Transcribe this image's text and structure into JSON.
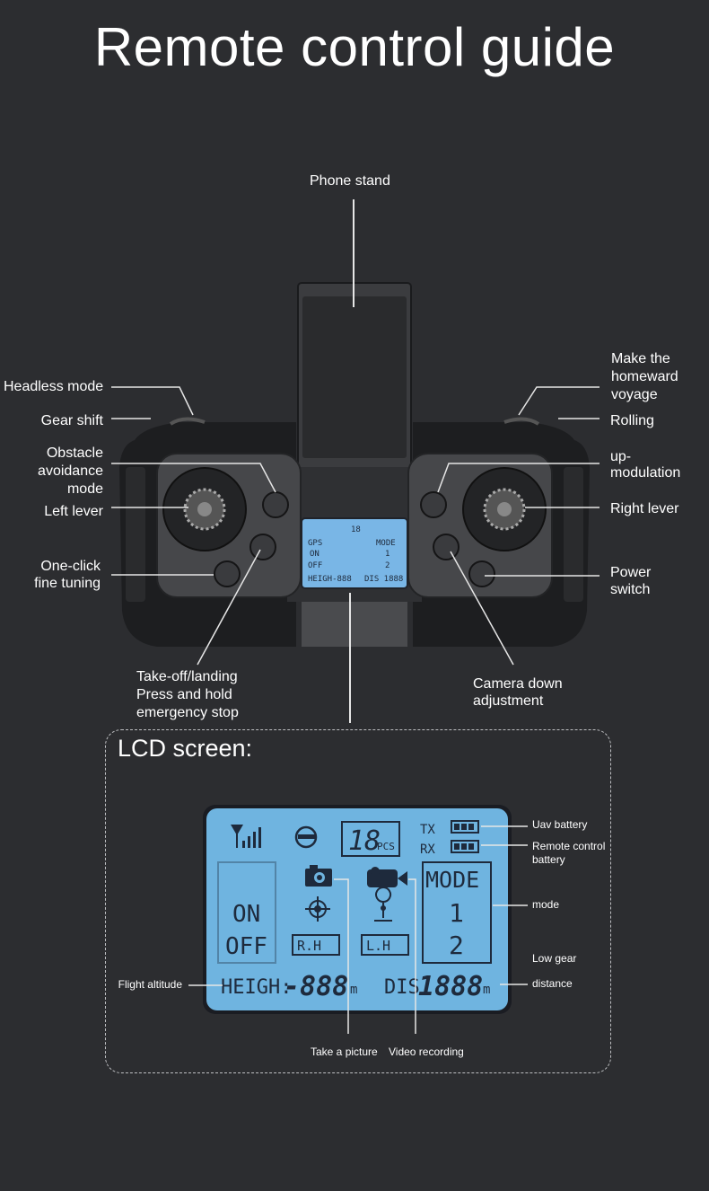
{
  "title": "Remote control guide",
  "labels": {
    "phone_stand": "Phone stand",
    "headless_mode": "Headless mode",
    "gear_shift": "Gear shift",
    "obstacle_1": "Obstacle",
    "obstacle_2": "avoidance",
    "obstacle_3": "mode",
    "left_lever": "Left lever",
    "one_click_1": "One-click",
    "one_click_2": "fine tuning",
    "takeoff_1": "Take-off/landing",
    "takeoff_2": "Press and hold",
    "takeoff_3": "emergency stop",
    "homeward_1": "Make the",
    "homeward_2": "homeward",
    "homeward_3": "voyage",
    "rolling": "Rolling",
    "up_1": "up-",
    "up_2": "modulation",
    "right_lever": "Right lever",
    "power_1": "Power",
    "power_2": "switch",
    "camera_down_1": "Camera down",
    "camera_down_2": "adjustment"
  },
  "lcd_section": {
    "title": "LCD screen:",
    "uav_battery": "Uav battery",
    "rc_battery_1": "Remote control",
    "rc_battery_2": "battery",
    "mode": "mode",
    "low_gear": "Low gear",
    "distance": "distance",
    "flight_altitude": "Flight altitude",
    "take_picture": "Take a picture",
    "video_recording": "Video recording"
  },
  "lcd_display": {
    "pcs_digits": "18",
    "pcs_unit": "PCS",
    "tx": "TX",
    "rx": "RX",
    "on": "ON",
    "off": "OFF",
    "mode": "MODE",
    "mode_1": "1",
    "mode_2": "2",
    "rh": "R.H",
    "lh": "L.H",
    "heigh": "HEIGH:",
    "heigh_value": "-888",
    "unit_m": "m",
    "dis": "DIS",
    "dis_value": "1888",
    "gps": "GPS"
  },
  "colors": {
    "background": "#2c2d30",
    "lcd_blue": "#6fb4e0",
    "controller_body": "#3a3b3e"
  }
}
